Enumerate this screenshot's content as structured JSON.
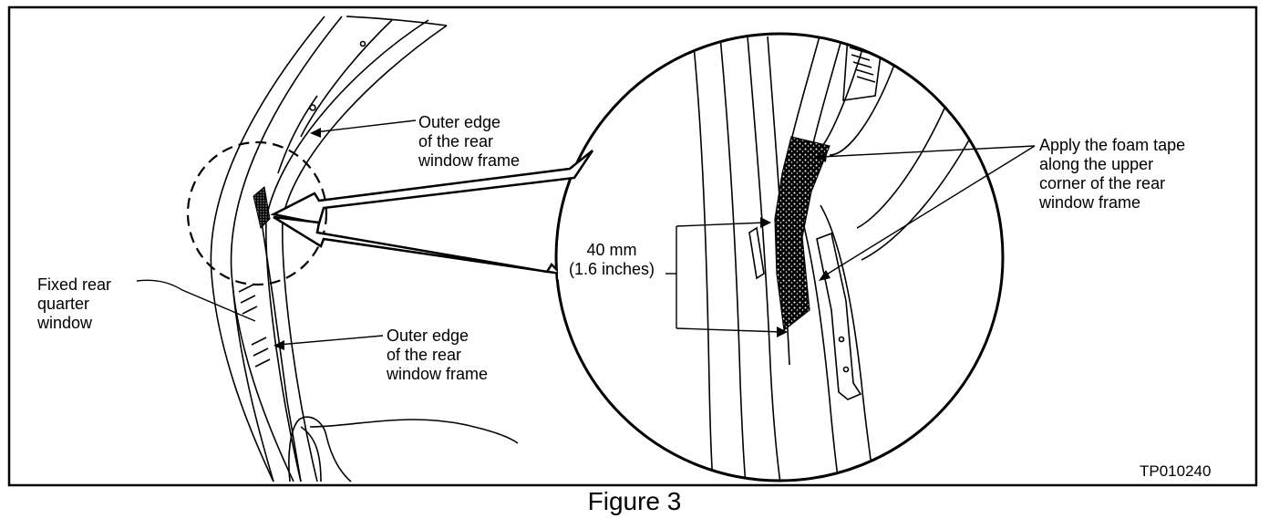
{
  "figure": {
    "caption": "Figure 3",
    "code": "TP010240"
  },
  "labels": {
    "outer_edge_top": "Outer edge\nof the rear\nwindow frame",
    "outer_edge_bottom": "Outer edge\nof the rear\nwindow frame",
    "fixed_rear_quarter_window": "Fixed rear\nquarter\nwindow",
    "apply_foam_tape": "Apply the foam tape\nalong the upper\ncorner of the rear\nwindow frame",
    "measurement": "40 mm\n(1.6 inches)"
  },
  "colors": {
    "ink": "#000000",
    "background": "#ffffff"
  }
}
